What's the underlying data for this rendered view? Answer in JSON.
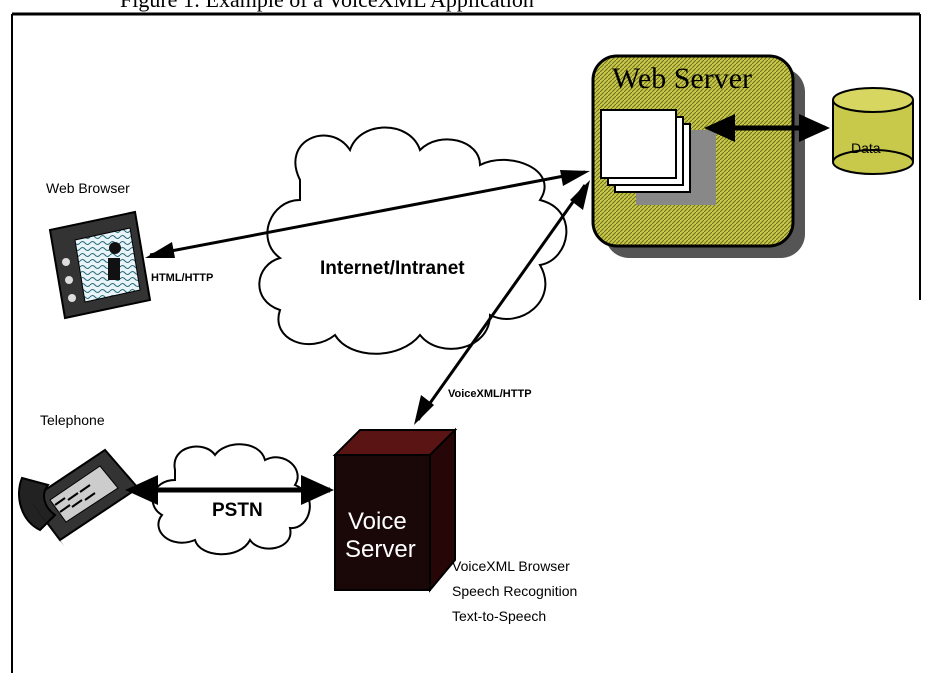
{
  "caption": "Figure 1: Example of a VoiceXML Application",
  "nodes": {
    "web_server": "Web Server",
    "data": "Data",
    "web_browser": "Web Browser",
    "telephone": "Telephone",
    "voice_server_line1": "Voice",
    "voice_server_line2": "Server"
  },
  "clouds": {
    "internet": "Internet/Intranet",
    "pstn": "PSTN"
  },
  "edges": {
    "html_http": "HTML/HTTP",
    "voicexml_http": "VoiceXML/HTTP"
  },
  "voice_server_features": [
    "VoiceXML Browser",
    "Speech Recognition",
    "Text-to-Speech"
  ],
  "colors": {
    "web_server_fill": "#c8c84a",
    "data_fill": "#c8c84a",
    "voice_server_face": "#1a0808",
    "voice_server_top": "#5a1414"
  }
}
